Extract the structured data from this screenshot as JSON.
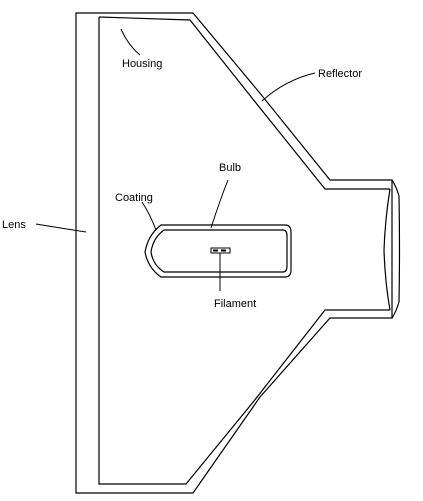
{
  "labels": {
    "lens": "Lens",
    "housing": "Housing",
    "reflector": "Reflector",
    "bulb": "Bulb",
    "coating": "Coating",
    "filament": "Filament"
  },
  "colors": {
    "line": "#000000",
    "background": "#ffffff"
  }
}
